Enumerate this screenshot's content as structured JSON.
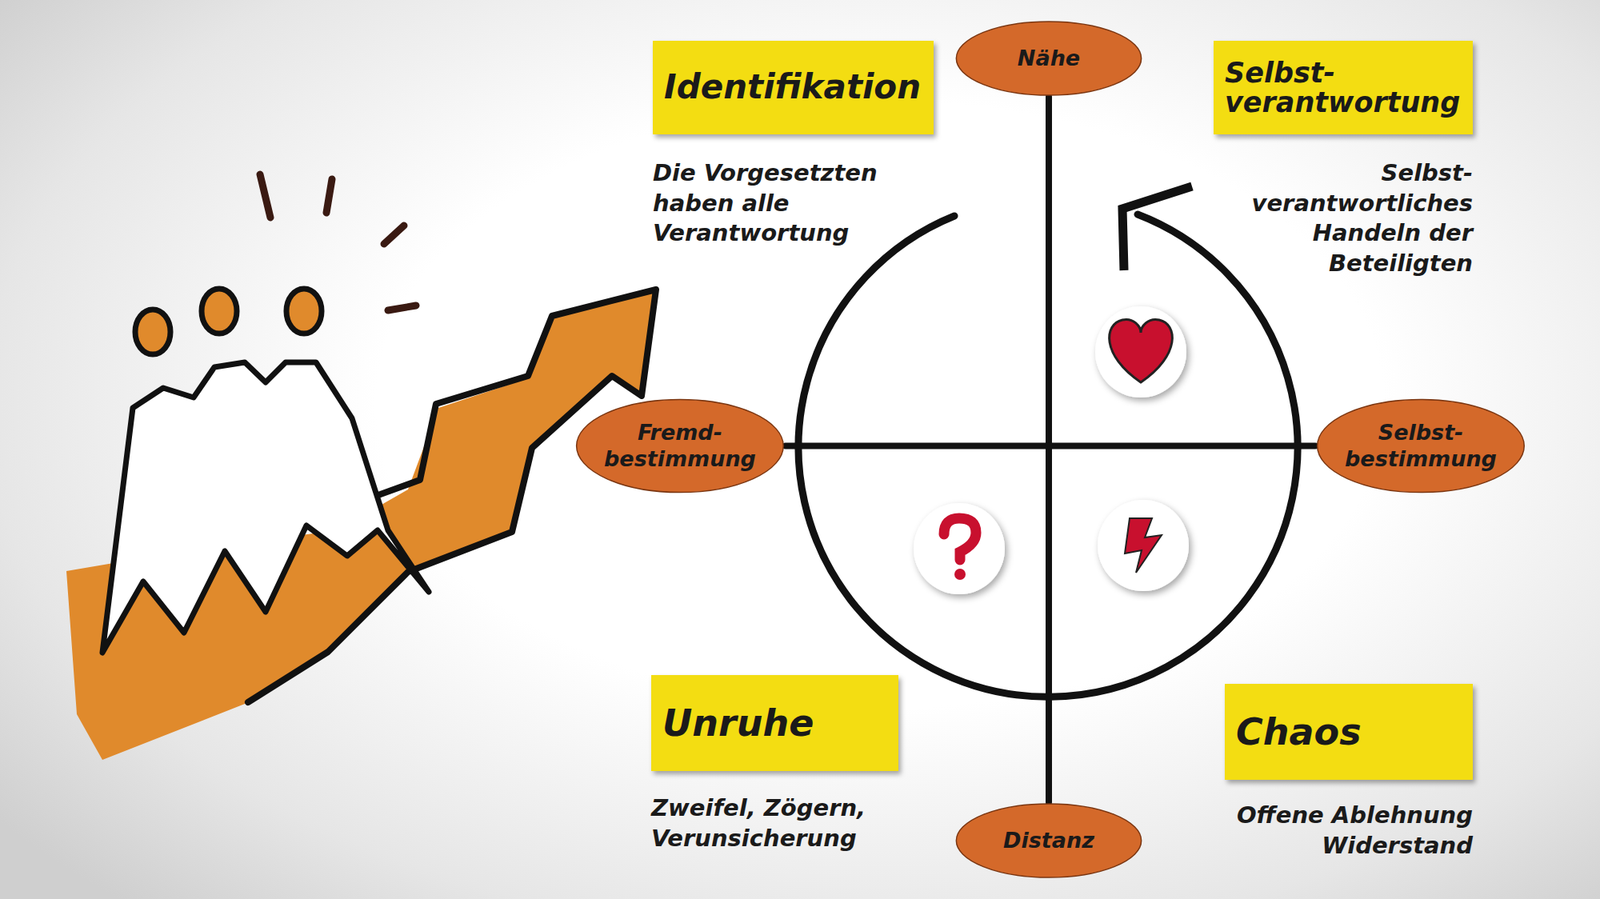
{
  "diagram": {
    "nodes": [
      {
        "text": [
          "Identifikation",
          "Die Vorgesetzten haben alle Verantwortung"
        ]
      },
      {
        "text": [
          "Nähe"
        ]
      },
      {
        "text": [
          "Selbst- verantwortung",
          "Selbst- verantwortliches Handeln der Beteiligten"
        ]
      },
      {
        "text": [
          "Fremd- bestimmung"
        ]
      },
      {
        "text": [
          "Selbst- bestimmung"
        ]
      },
      {
        "text": [
          "Unruhe",
          "Zweifel, Zögern, Verunsicherung"
        ]
      },
      {
        "text": [
          "Chaos",
          "Offene Ablehnung Widerstand"
        ]
      },
      {
        "text": [
          "Distanz"
        ]
      }
    ],
    "edges": [
      {
        "from": 1,
        "to": 7,
        "arrow": "none"
      },
      {
        "from": 3,
        "to": 4,
        "arrow": "none"
      }
    ]
  }
}
